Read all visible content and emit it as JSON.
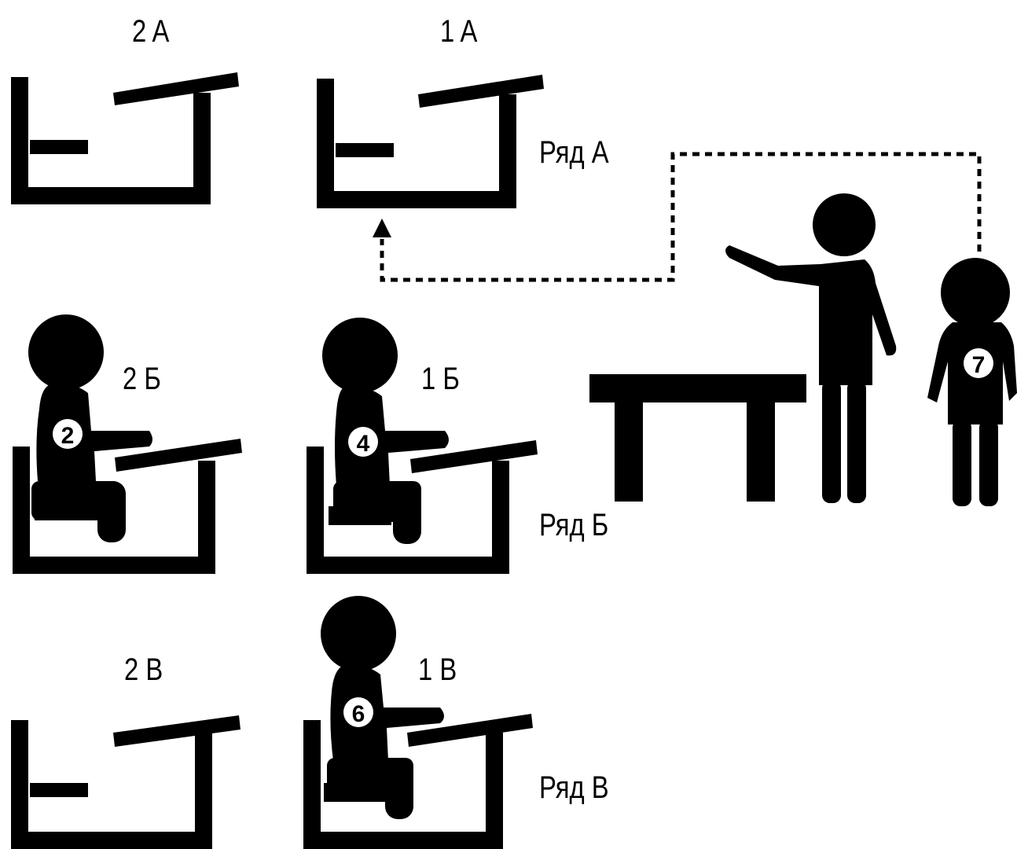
{
  "seat_labels": {
    "a2": "2 A",
    "a1": "1 A",
    "b2": "2 Б",
    "b1": "1 Б",
    "v2": "2 В",
    "v1": "1 В"
  },
  "row_labels": {
    "a": "Ряд А",
    "b": "Ряд Б",
    "v": "Ряд В"
  },
  "person_numbers": {
    "p2": "2",
    "p4": "4",
    "p6": "6",
    "p7": "7"
  },
  "colors": {
    "ink": "#000000",
    "paper": "#ffffff"
  }
}
